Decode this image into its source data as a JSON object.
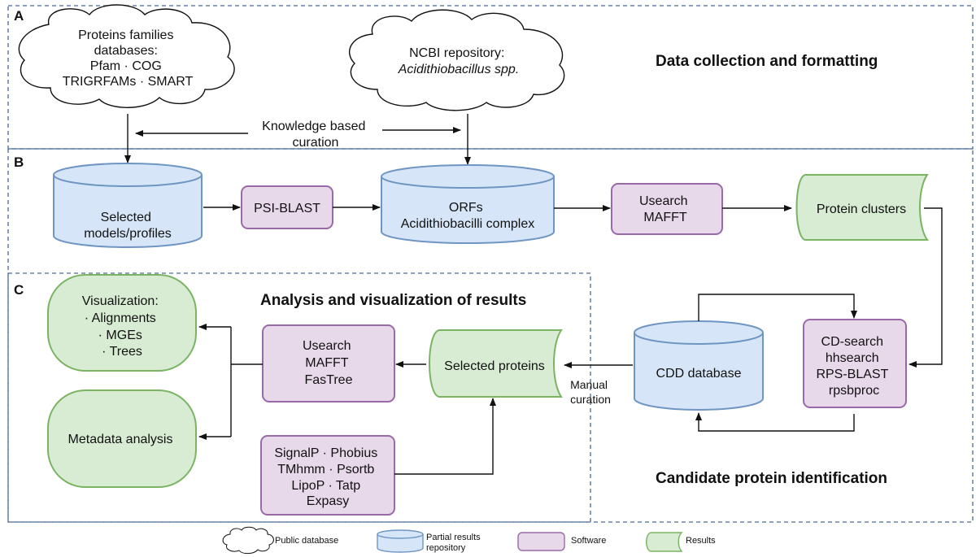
{
  "colors": {
    "panel_border": "#4a6a96",
    "repository_fill": "#d6e6f8",
    "repository_stroke": "#6f95c3",
    "software_fill": "#e7d8ea",
    "software_stroke": "#9a6aa8",
    "results_fill": "#d8ebd3",
    "results_stroke": "#7ab463",
    "arrow": "#111111"
  },
  "sections": {
    "a": "A",
    "b": "B",
    "c": "C"
  },
  "titles": {
    "data_collection": "Data collection and formatting",
    "analysis": "Analysis and visualization of results",
    "candidate": "Candidate protein identification"
  },
  "nodes": {
    "protein_families": [
      "Proteins families",
      "databases:",
      "Pfam · COG",
      "TRIGRFAMs · SMART"
    ],
    "ncbi": [
      "NCBI  repository:",
      "Acidithiobacillus spp."
    ],
    "knowledge": [
      "Knowledge based",
      "curation"
    ],
    "selected_models": [
      "Selected",
      "models/profiles"
    ],
    "psi_blast": [
      "PSI-BLAST"
    ],
    "orfs": [
      "ORFs",
      "Acidithiobacilli complex"
    ],
    "usearch_mafft": [
      "Usearch",
      "MAFFT"
    ],
    "protein_clusters": [
      "Protein clusters"
    ],
    "cd_search": [
      "CD-search",
      "hhsearch",
      "RPS-BLAST",
      "rpsbproc"
    ],
    "cdd_database": [
      "CDD database"
    ],
    "manual_curation": [
      "Manual",
      "curation"
    ],
    "selected_proteins": [
      "Selected proteins"
    ],
    "usearch_mafft_fastree": [
      "Usearch",
      "MAFFT",
      "FasTree"
    ],
    "visualization": [
      "Visualization:",
      "· Alignments",
      "· MGEs",
      "· Trees"
    ],
    "metadata": [
      "Metadata analysis"
    ],
    "signalp": [
      "SignalP · Phobius",
      "TMhmm · Psortb",
      "LipoP · Tatp",
      "Expasy"
    ]
  },
  "legend": {
    "public_database": "Public database",
    "partial_results": [
      "Partial results",
      "repository"
    ],
    "software": "Software",
    "results": "Results"
  }
}
